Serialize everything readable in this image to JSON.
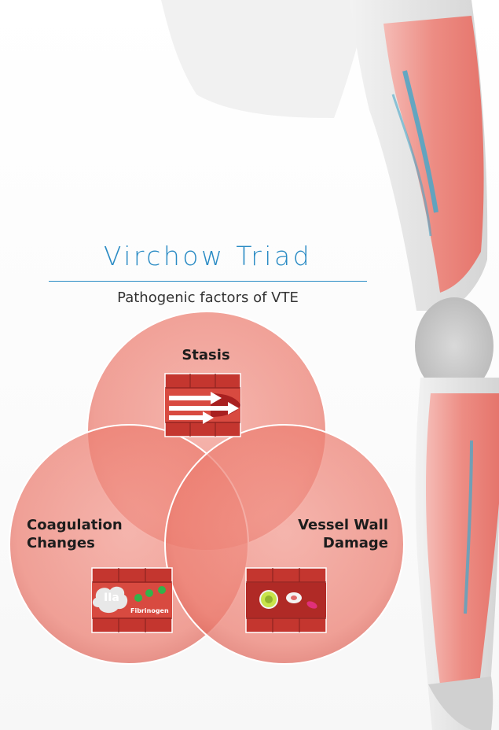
{
  "title": "Virchow Triad",
  "subtitle": "Pathogenic factors of VTE",
  "circles": {
    "stasis": {
      "label": "Stasis"
    },
    "coagulation": {
      "label_line1": "Coagulation",
      "label_line2": "Changes",
      "clot_label": "IIa",
      "protein_label": "Fibrinogen"
    },
    "vessel_wall": {
      "label_line1": "Vessel Wall",
      "label_line2": "Damage"
    }
  },
  "colors": {
    "title": "#2a8bc4",
    "circle_fill": "#e8584a",
    "tile_wall": "#c4362f",
    "vein": "#4aa7c8"
  }
}
